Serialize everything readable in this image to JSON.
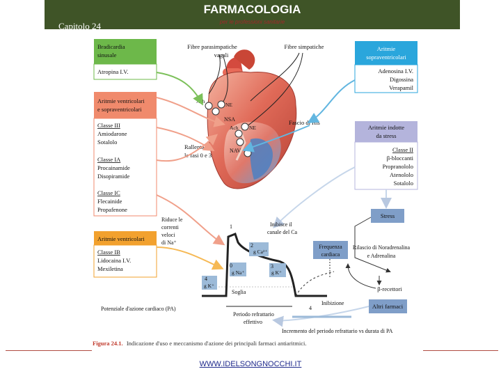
{
  "header": {
    "title": "FARMACOLOGIA",
    "subtitle": "per le professioni sanitarie",
    "chapter": "Capitolo 24"
  },
  "figure": {
    "left_boxes": {
      "bradicardia": {
        "title": [
          "Bradicardia",
          "sinusale"
        ],
        "drugs": [
          "Atropina I.V."
        ]
      },
      "aritmie_ventr_sopra": {
        "title": [
          "Aritmie ventricolari",
          "e sopraventricolari"
        ]
      },
      "classe3": {
        "items": [
          "Classe III",
          "Amiodarone",
          "Sotalolo"
        ]
      },
      "classe1a": {
        "items": [
          "Classe IA",
          "Procainamide",
          "Disopiramide"
        ]
      },
      "classe1c": {
        "items": [
          "Classe IC",
          "Flecainide",
          "Propafenone"
        ]
      },
      "aritmie_ventr": {
        "title": [
          "Aritmie ventricolari"
        ]
      },
      "classe1b": {
        "items": [
          "Classe IB",
          "Lidocaina I.V.",
          "Mexiletina"
        ]
      }
    },
    "right_boxes": {
      "aritmie_sopra": {
        "title": [
          "Aritmie",
          "sopraventricolari"
        ],
        "drugs": [
          "Adenosina I.V.",
          "Digossina",
          "Verapamil"
        ]
      },
      "aritmie_stress": {
        "title": [
          "Aritmie indotte",
          "da stress"
        ],
        "drugs": [
          "Classe II",
          "β-bloccanti",
          "Propranololo",
          "Atenololo",
          "Sotalolo"
        ]
      },
      "stress": "Stress",
      "frequenza": [
        "Frequenza",
        "cardiaca"
      ],
      "recettori": "β-recettori",
      "altri_farmaci": "Altri farmaci"
    },
    "heart_labels": {
      "fibre_parasimpatiche": [
        "Fibre parasimpatiche",
        "vagali"
      ],
      "fibre_simpatiche": "Fibre simpatiche",
      "ach": "Ach",
      "ne": "NE",
      "nsa": "NSA",
      "nav": "NAV",
      "fascio": "Fascio di His",
      "rallenta": [
        "Rallenta",
        "le fasi 0 e 3"
      ]
    },
    "ap_labels": {
      "riduce": [
        "Riduce le",
        "correnti",
        "veloci",
        "di Na⁺"
      ],
      "inibisce": [
        "Inibisce il",
        "canale del Ca"
      ],
      "rilascio": [
        "Rilascio di Noradrenalina",
        "e Adrenalina"
      ],
      "phase1": "1",
      "phase2": "2",
      "phase0": "0",
      "phase3": "3",
      "phase4a": "4",
      "phase4b": "4",
      "gca": "g Ca²⁺",
      "gna": "g Na⁺",
      "gk1": "g K⁺",
      "gk2": "g K⁺",
      "soglia": "Soglia",
      "inibizione": "Inibizione",
      "pa": "Potenziale d'azione cardiaco (PA)",
      "periodo": [
        "Periodo refrattario",
        "effettivo"
      ],
      "incremento": "Incremento del periodo refrattario vs durata di PA"
    },
    "caption_label": "Figura 24.1.",
    "caption_text": "Indicazione d'uso e meccanismo d'azione dei principali farmaci antiaritmici."
  },
  "footer": {
    "url": "WWW.IDELSONGNOCCHI.IT"
  },
  "colors": {
    "header_bg": "#3f5427",
    "box_green": "#6db84a",
    "box_salmon": "#f08a6c",
    "box_orange": "#f2a12e",
    "box_cyan": "#2aa6dc",
    "box_lavender": "#b4b4dc",
    "box_steel": "#7f9ec8",
    "arrow_green": "#7cc05a",
    "arrow_salmon": "#f0a08a",
    "arrow_orange": "#f6b955",
    "arrow_blue": "#62b6e0",
    "arrow_light": "#c6d6ea"
  }
}
